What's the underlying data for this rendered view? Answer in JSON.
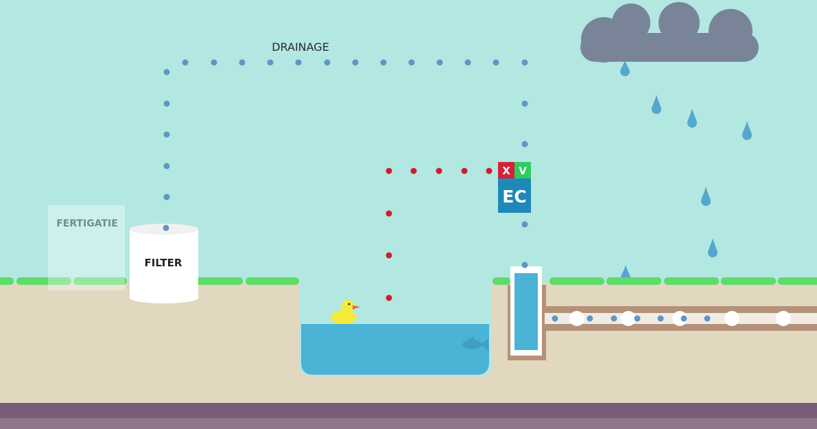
{
  "labels": {
    "drainage": "DRAINAGE",
    "fertigatie": "FERTIGATIE",
    "filter": "FILTER",
    "sensor_reject": "X",
    "sensor_accept": "V",
    "sensor_ec": "EC"
  },
  "colors": {
    "sky": "#b3e8e2",
    "soil": "#e2d8bf",
    "grass": "#5fdb6a",
    "water": "#4bb3d6",
    "cloud": "#7a8498",
    "raindrop": "#55a8cd",
    "drainage_dot": "#5e96c6",
    "red_dot": "#cc1f2e",
    "reject_red": "#d4203a",
    "accept_green": "#2ecc5e",
    "ec_blue": "#1e88b8",
    "bedrock": "#7a5b7c",
    "pipe": "#b49279",
    "duck": "#f5ec3a",
    "beak": "#e26a2a"
  }
}
